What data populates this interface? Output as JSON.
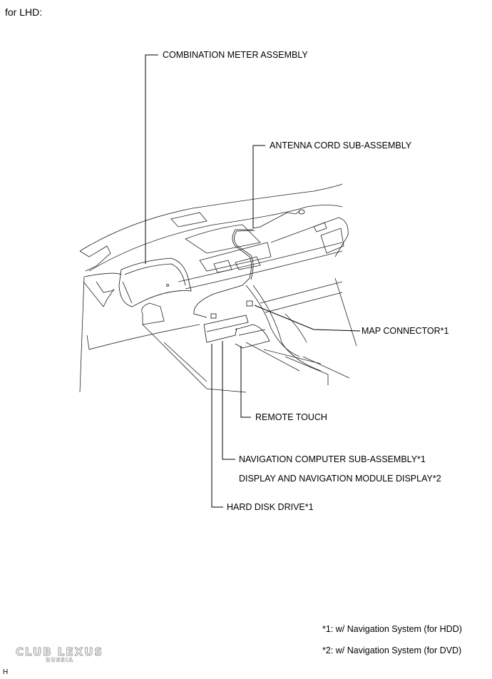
{
  "heading": "for LHD:",
  "labels": {
    "combination_meter": "COMBINATION METER ASSEMBLY",
    "antenna_cord": "ANTENNA CORD SUB-ASSEMBLY",
    "map_connector": "MAP CONNECTOR*1",
    "remote_touch": "REMOTE TOUCH",
    "navigation_computer": "NAVIGATION COMPUTER SUB-ASSEMBLY*1",
    "display_navigation": "DISPLAY AND NAVIGATION MODULE DISPLAY*2",
    "hard_disk": "HARD DISK DRIVE*1"
  },
  "notes": {
    "note1": "*1: w/ Navigation System (for HDD)",
    "note2": "*2: w/ Navigation System (for DVD)"
  },
  "watermark": {
    "line1": "CLUB LEXUS",
    "line2": "RUSSIA"
  },
  "corner_mark": "H"
}
